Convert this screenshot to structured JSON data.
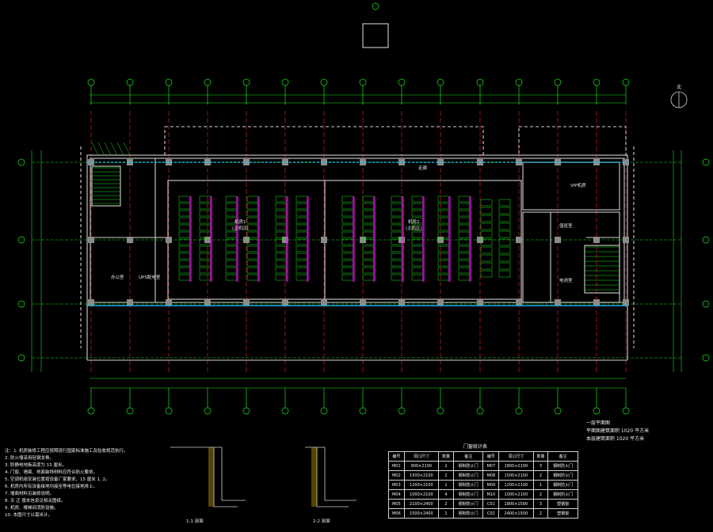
{
  "drawing": {
    "rooms": {
      "office": "办公室",
      "control_room": "UPS配电室",
      "vip_room": "VIP机房",
      "main_room_1": "机房1",
      "main_room_1_sub": "(主机区)",
      "main_room_2": "机房2",
      "main_room_2_sub": "(主机区)",
      "battery_room": "电池室",
      "corridor": "走廊",
      "duty_room": "值班室"
    },
    "north_symbol": "北"
  },
  "notes": {
    "lines": [
      "注：1. 机房装修工程应按照现行国家标准施工及验收规范执行。",
      "2. 防火墙采用轻钢龙骨。",
      "3. 防静电地板高度为 15 厘米。",
      "4. 门窗、墙面、地面装饰材料应符合防火要求。",
      "5. 空调机组安装位置按设备厂家要求，15 厘米 1, 2。",
      "6. 机房内所有设备接地均接至等电位接地排上。",
      "7. 墙面材料见装修说明。",
      "8. 天 正 版本信息见相关图纸。",
      "9. 机房、楼梯间消防设施。",
      "10. 本图尺寸以毫米计。"
    ]
  },
  "legend": {
    "line1": "一层平面图",
    "line2": "平面图建筑面积 1020 平方米",
    "line3": "本层建筑面积 1020 平方米"
  },
  "door_table": {
    "title": "门窗统计表",
    "headers": [
      "编号",
      "洞口尺寸",
      "数量",
      "备注",
      "编号",
      "洞口尺寸",
      "数量",
      "备注"
    ],
    "rows": [
      [
        "M01",
        "900×2100",
        "2",
        "钢制防火门",
        "M07",
        "1800×2100",
        "3",
        "钢制防火门"
      ],
      [
        "M02",
        "1500×2100",
        "2",
        "钢制防火门",
        "M08",
        "1500×2100",
        "2",
        "钢制防火门"
      ],
      [
        "M03",
        "1200×2100",
        "1",
        "钢制防火门",
        "M09",
        "1200×2100",
        "1",
        "钢制防火门"
      ],
      [
        "M04",
        "1000×2100",
        "4",
        "钢制防火门",
        "M10",
        "1000×2100",
        "2",
        "钢制防火门"
      ],
      [
        "M05",
        "2100×2400",
        "2",
        "钢制防火门",
        "C01",
        "1800×1500",
        "3",
        "塑钢窗"
      ],
      [
        "M06",
        "1500×2400",
        "1",
        "钢制防火门",
        "C02",
        "2400×1500",
        "2",
        "塑钢窗"
      ]
    ]
  },
  "details": {
    "detail_a": "1-1 剖面",
    "detail_b": "2-2 剖面"
  },
  "colors": {
    "background": "#000000",
    "grid_axis": "#ff2020",
    "wall": "#d0d0d0",
    "dimension": "#19e619",
    "column": "#8a8a8a",
    "rack": "#ffffff",
    "rack_highlight": "#ff00ff",
    "cable": "#20c8ff",
    "hatch": "#e6c619"
  }
}
